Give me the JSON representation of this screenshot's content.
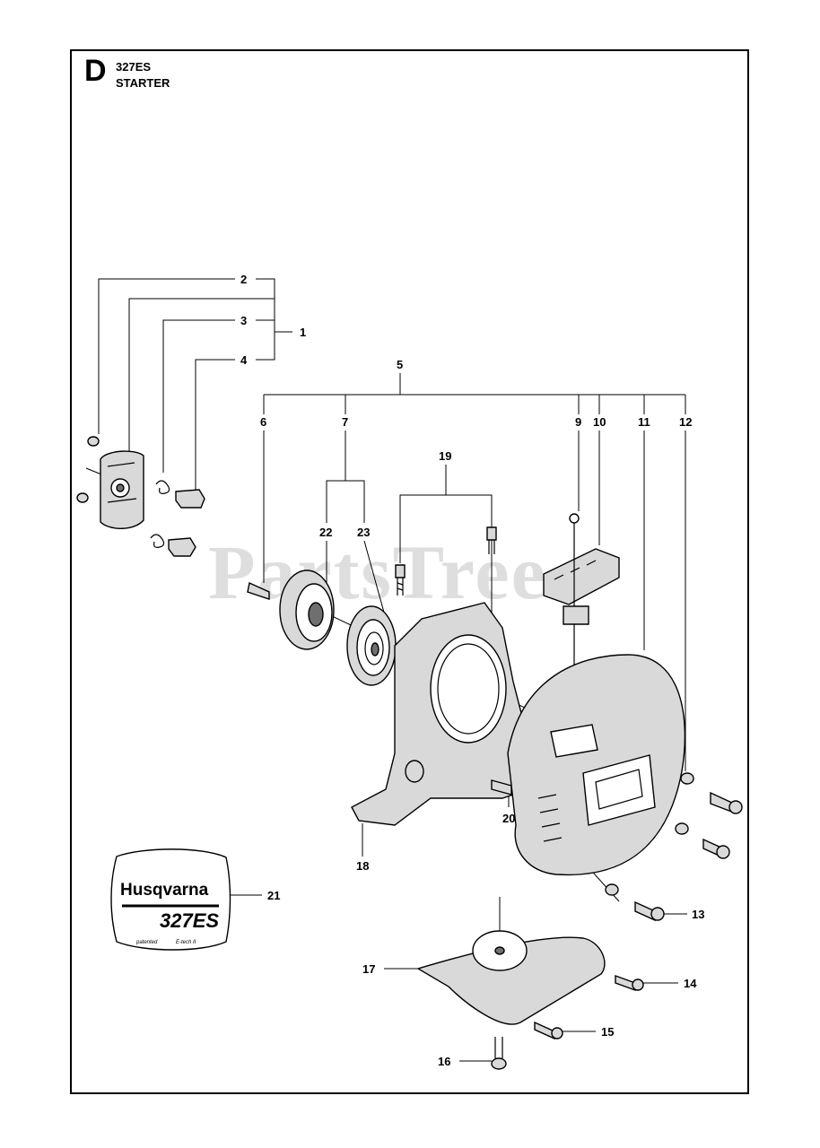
{
  "header": {
    "section_letter": "D",
    "model": "327ES",
    "assembly": "STARTER"
  },
  "watermark": "PartsTree",
  "decal": {
    "brand": "Husqvarna",
    "model": "327ES",
    "patented": "patented",
    "etech": "E-tech II"
  },
  "callouts": {
    "c1": "1",
    "c2": "2",
    "c3": "3",
    "c4": "4",
    "c5": "5",
    "c6": "6",
    "c7": "7",
    "c9": "9",
    "c10": "10",
    "c11": "11",
    "c12": "12",
    "c13": "13",
    "c14": "14",
    "c15": "15",
    "c16": "16",
    "c17": "17",
    "c18": "18",
    "c19": "19",
    "c20": "20",
    "c21": "21",
    "c22": "22",
    "c23": "23"
  }
}
